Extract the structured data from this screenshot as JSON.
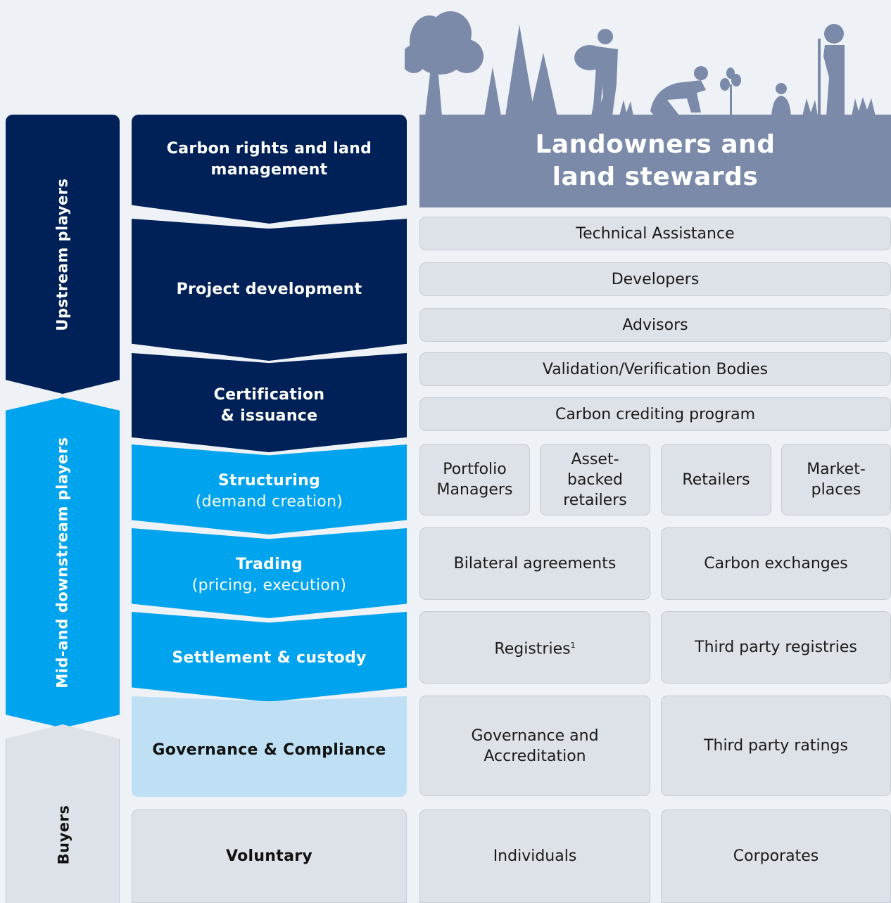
{
  "header": {
    "title": "Landowners and\nland stewards"
  },
  "side_labels": {
    "upstream": "Upstream players",
    "midstream": "Mid-and downstream players",
    "buyers": "Buyers"
  },
  "stages": {
    "carbon_rights": "Carbon rights and land\nmanagement",
    "project_development": "Project development",
    "certification": "Certification\n& issuance",
    "structuring": "Structuring",
    "structuring_sub": "(demand creation)",
    "trading": "Trading",
    "trading_sub": "(pricing, execution)",
    "settlement": "Settlement & custody",
    "governance": "Governance & Compliance",
    "voluntary": "Voluntary"
  },
  "cells": {
    "technical_assistance": "Technical Assistance",
    "developers": "Developers",
    "advisors": "Advisors",
    "validation": "Validation/Verification Bodies",
    "crediting_program": "Carbon crediting program",
    "portfolio_managers": "Portfolio\nManagers",
    "asset_backed": "Asset-\nbacked\nretailers",
    "retailers": "Retailers",
    "marketplaces": "Market-\nplaces",
    "bilateral": "Bilateral agreements",
    "exchanges": "Carbon exchanges",
    "registries": "Registries",
    "registries_note": "1",
    "third_party_registries": "Third party registries",
    "governance_accreditation": "Governance and\nAccreditation",
    "third_party_ratings": "Third party ratings",
    "individuals": "Individuals",
    "corporates": "Corporates"
  },
  "colors": {
    "navy": "#002157",
    "cyan": "#00a3ee",
    "light_blue": "#bfe0f4",
    "slate": "#7a8aa8",
    "cell_gray": "#dde1e8",
    "background": "#eef1f6"
  }
}
